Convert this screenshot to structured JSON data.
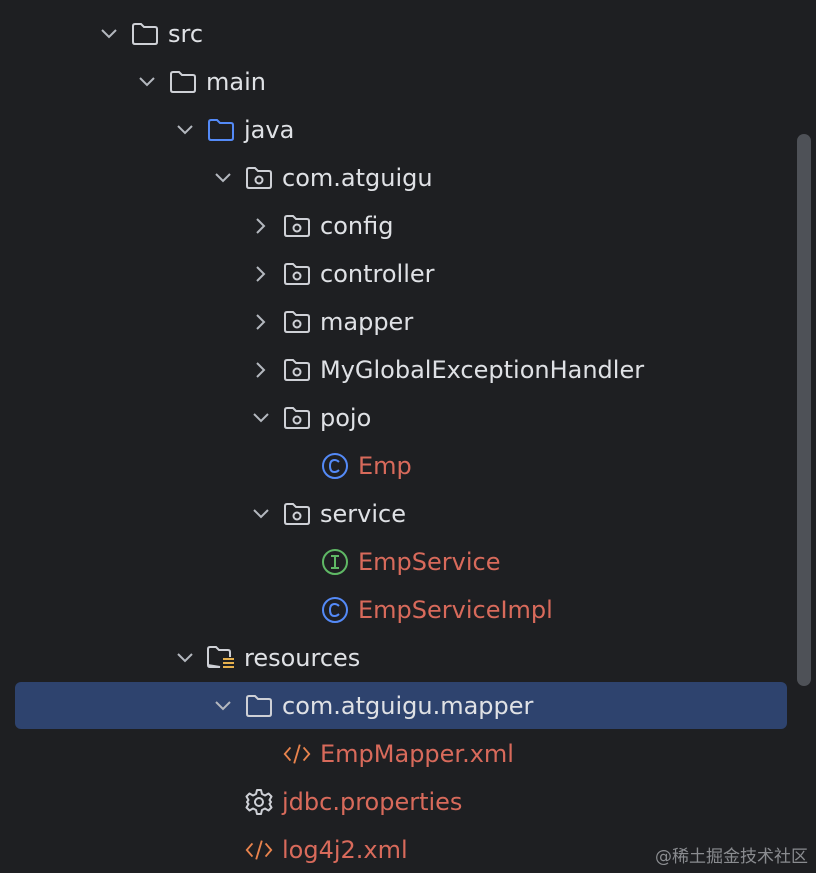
{
  "tree": {
    "items": [
      {
        "label": "src"
      },
      {
        "label": "main"
      },
      {
        "label": "java"
      },
      {
        "label": "com.atguigu"
      },
      {
        "label": "config"
      },
      {
        "label": "controller"
      },
      {
        "label": "mapper"
      },
      {
        "label": "MyGlobalExceptionHandler"
      },
      {
        "label": "pojo"
      },
      {
        "label": "Emp"
      },
      {
        "label": "service"
      },
      {
        "label": "EmpService"
      },
      {
        "label": "EmpServiceImpl"
      },
      {
        "label": "resources"
      },
      {
        "label": "com.atguigu.mapper"
      },
      {
        "label": "EmpMapper.xml"
      },
      {
        "label": "jdbc.properties"
      },
      {
        "label": "log4j2.xml"
      }
    ]
  },
  "colors": {
    "background": "#1e1f22",
    "selection": "#2e436e",
    "modified_text": "#d86a5b",
    "default_text": "#dfe1e5",
    "class_icon": "#548af7",
    "interface_icon": "#5fb865",
    "xml_icon": "#e8834d"
  },
  "watermark": "@稀土掘金技术社区"
}
